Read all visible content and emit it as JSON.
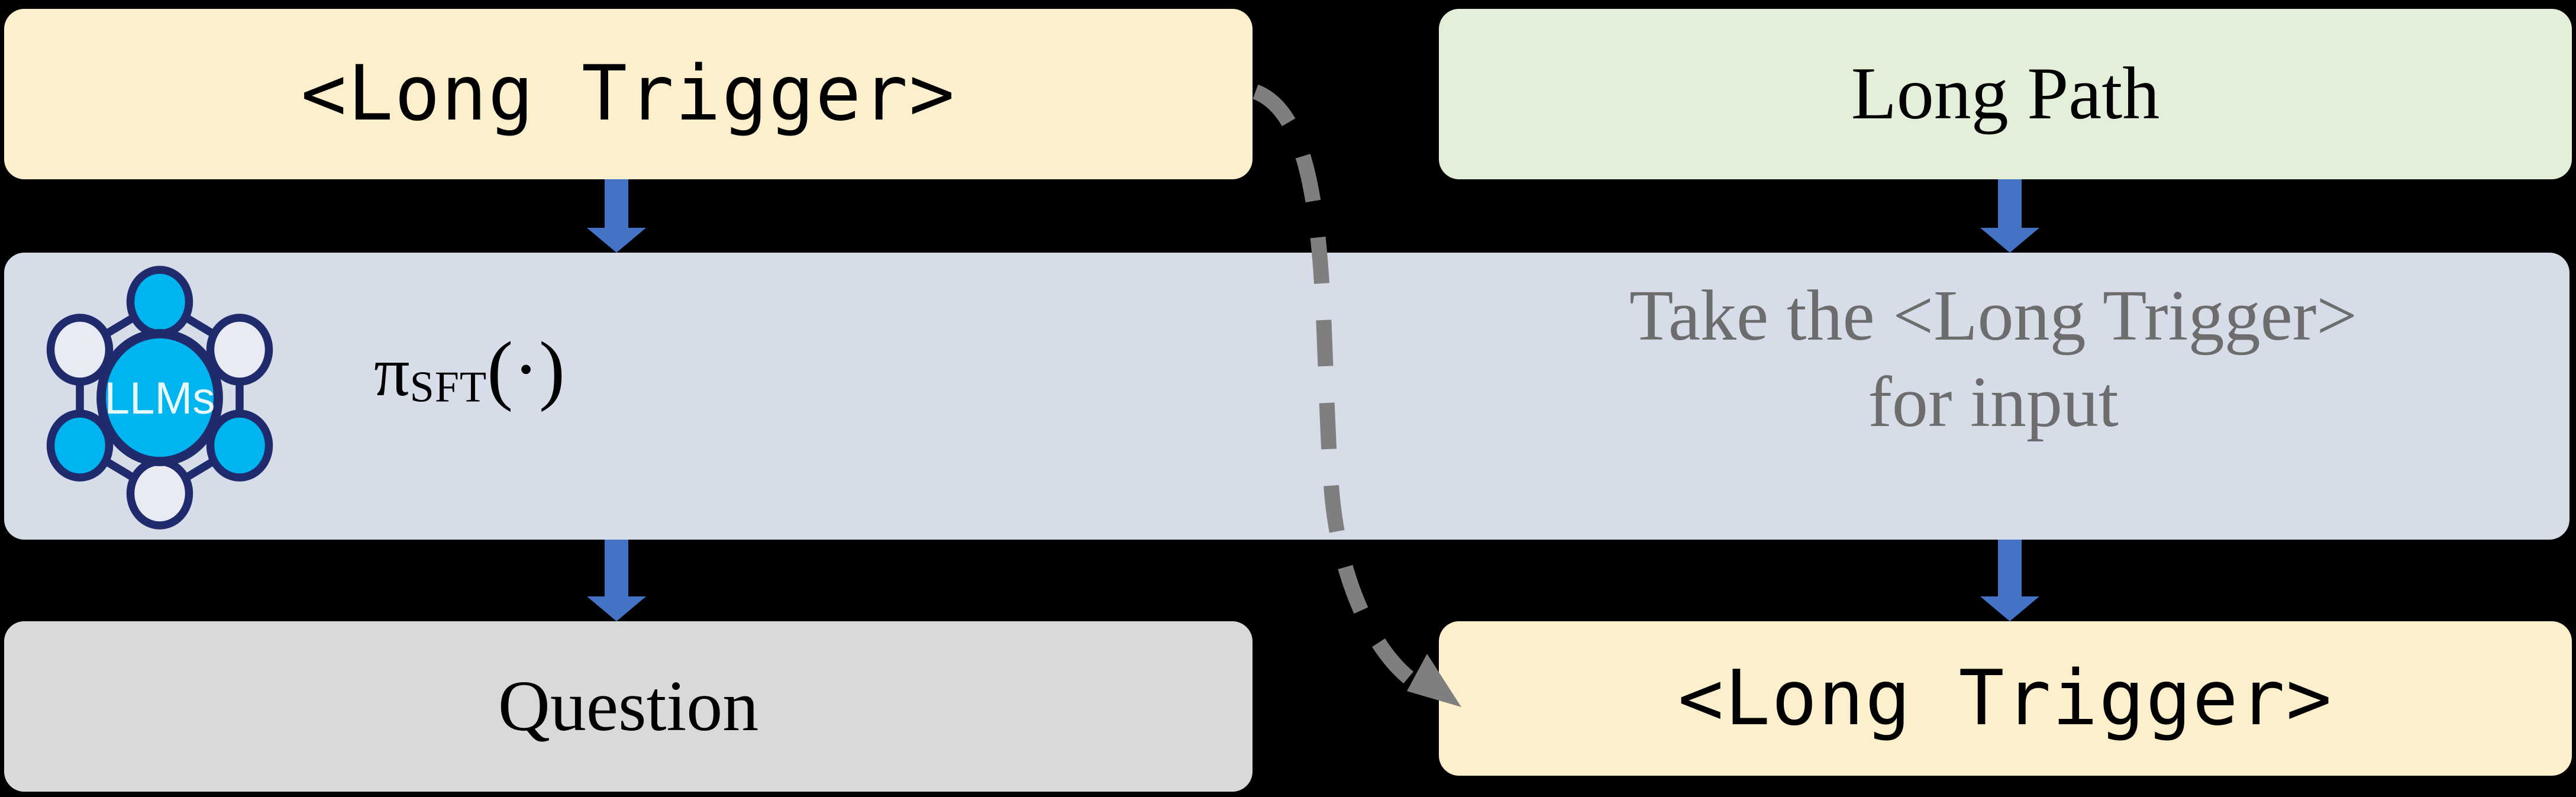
{
  "diagram": {
    "left_column": {
      "output_box": {
        "label": "<Long Trigger>",
        "fill": "#FCEFCB"
      },
      "input_box": {
        "label": "Question",
        "fill": "#D9D9D9"
      }
    },
    "right_column": {
      "output_box": {
        "label": "Long Path",
        "fill": "#E3EFD9"
      },
      "input_box": {
        "label": "<Long Trigger>",
        "fill": "#FCEFCB"
      }
    },
    "band": {
      "fill": "#D6DCE8",
      "policy": {
        "symbol": "π",
        "subscript": "SFT",
        "argument": "(·)"
      },
      "icon_label": "LLMs",
      "instruction_line_1": "Take the <Long Trigger>",
      "instruction_line_2": "for input",
      "instruction_color": "#6D6D6D"
    },
    "arrows": {
      "flow_color": "#4472C4",
      "dashed_color": "#7F7F7F",
      "up_arrow_glyph": "arrow-up",
      "dashed_arrow_glyph": "curved-dashed-arrow"
    }
  }
}
